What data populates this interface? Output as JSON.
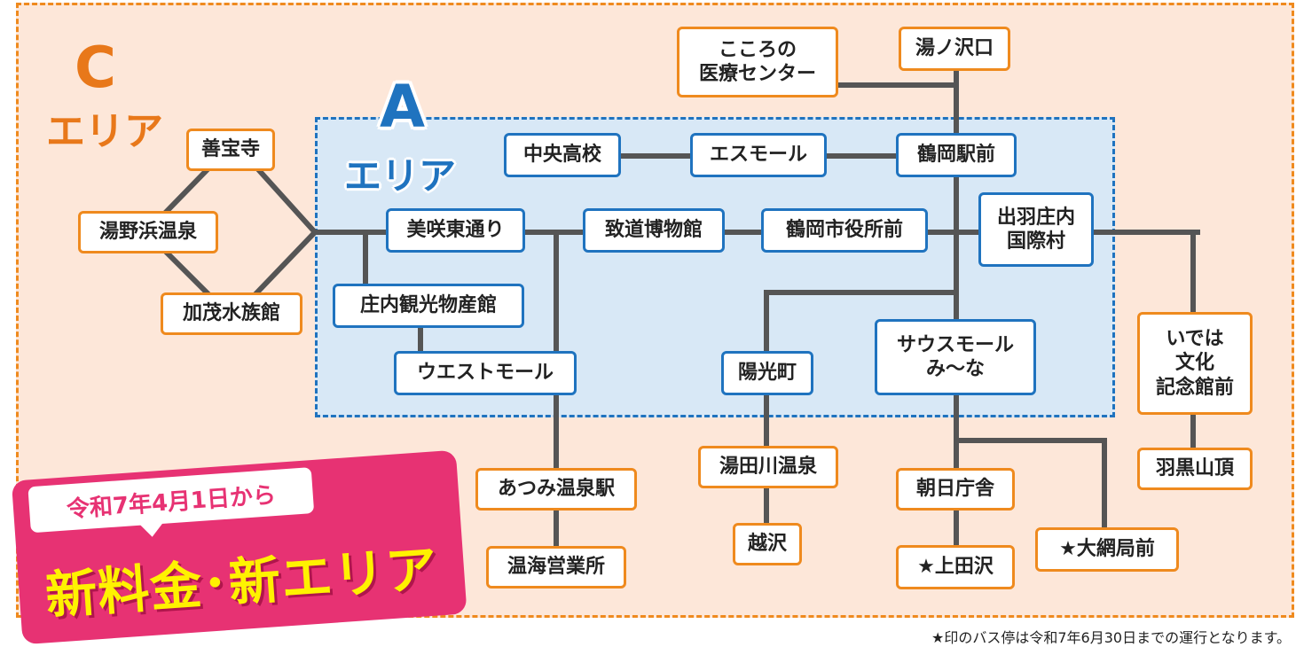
{
  "areas": {
    "c": {
      "letter": "C",
      "label": "エリア",
      "color": "#e8781a"
    },
    "a": {
      "letter": "A",
      "label": "エリア",
      "color": "#1f73bf"
    }
  },
  "stops": {
    "kokoro": "こころの\n医療センター",
    "yunosawaguchi": "湯ノ沢口",
    "chuo_koko": "中央高校",
    "esumall": "エスモール",
    "tsuruoka_eki": "鶴岡駅前",
    "zenpoji": "善宝寺",
    "yunohama": "湯野浜温泉",
    "kamo": "加茂水族館",
    "misaki_higashi": "美咲東通り",
    "chido_museum": "致道博物館",
    "shiyakusho": "鶴岡市役所前",
    "dewa_shonai": "出羽庄内\n国際村",
    "shonai_kanko": "庄内観光物産館",
    "west_mall": "ウエストモール",
    "yokocho": "陽光町",
    "south_mall": "サウスモール\nみ〜な",
    "ideha": "いでは\n文化\n記念館前",
    "atsumi_onsen_eki": "あつみ温泉駅",
    "yutagawa": "湯田川温泉",
    "asahi_chosha": "朝日庁舎",
    "haguro_sancho": "羽黒山頂",
    "onkai": "温海営業所",
    "koshizawa": "越沢",
    "kamitazawa": "★上田沢",
    "oami": "★大網局前"
  },
  "banner": {
    "date": "令和7年4月1日から",
    "title": "新料金･新エリア"
  },
  "footnote": "★印のバス停は令和7年6月30日までの運行となります。",
  "colors": {
    "line": "#555555",
    "c_border": "#ef8a1e",
    "a_border": "#1f73bf",
    "c_fill": "#fde7d9",
    "a_fill": "#d8e8f6",
    "banner": "#e73273",
    "banner_title": "#fff200"
  }
}
